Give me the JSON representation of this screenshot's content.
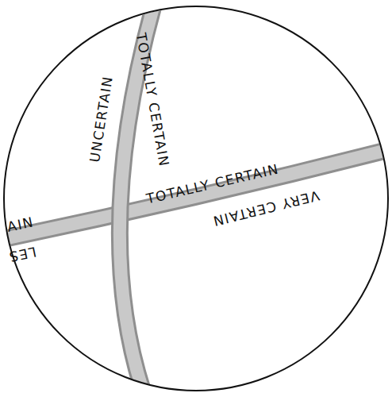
{
  "diagram": {
    "labels": [
      "TOTALLY CERTAIN",
      "UNCERTAIN",
      "TOTALLY CERTAIN",
      "AIN",
      "VERY CERTAIN",
      "LES"
    ]
  }
}
